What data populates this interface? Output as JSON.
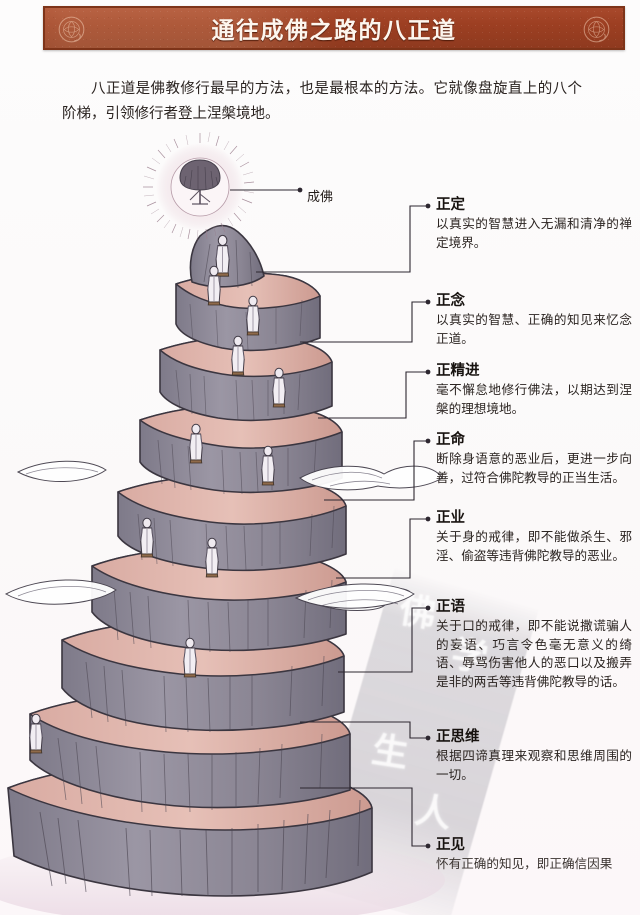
{
  "header": {
    "title": "通往成佛之路的八正道",
    "emblem_left": "lotus-roundel-icon",
    "emblem_right": "lotus-roundel-icon"
  },
  "intro": {
    "text": "八正道是佛教修行最早的方法，也是最根本的方法。它就像盘旋直上的八个阶梯，引领修行者登上涅槃境地。"
  },
  "summit": {
    "icon": "radiant-bodhi-tree-icon",
    "label": "成佛"
  },
  "illustration": {
    "name": "spiral-mountain-staircase",
    "alt": "盘旋而上的八级山岩阶梯，上有修行者沿阶梯攀登",
    "levels": 8,
    "figure_count": 9,
    "clouds": 3,
    "colors": {
      "rock_face": "#8b8694",
      "rock_light": "#a9a4b0",
      "terrace": "#dcb2a9",
      "terrace_shadow": "#c79a91",
      "outline": "#3b3640",
      "cloud": "#ffffff"
    }
  },
  "callouts": [
    {
      "id": "zheng-ding",
      "title": "正定",
      "desc": "以真实的智慧进入无漏和清净的禅定境界。"
    },
    {
      "id": "zheng-nian",
      "title": "正念",
      "desc": "以真实的智慧、正确的知见来忆念正道。"
    },
    {
      "id": "zheng-jing-jin",
      "title": "正精进",
      "desc": "毫不懈怠地修行佛法，以期达到涅槃的理想境地。"
    },
    {
      "id": "zheng-ming",
      "title": "正命",
      "desc": "断除身语意的恶业后，更进一步向善，过符合佛陀教导的正当生活。"
    },
    {
      "id": "zheng-ye",
      "title": "正业",
      "desc": "关于身的戒律，即不能做杀生、邪淫、偷盗等违背佛陀教导的恶业。"
    },
    {
      "id": "zheng-yu",
      "title": "正语",
      "desc": "关于口的戒律，即不能说撒谎骗人的妄语、巧言令色毫无意义的绮语、辱骂伤害他人的恶口以及搬弄是非的两舌等违背佛陀教导的话。"
    },
    {
      "id": "zheng-si-wei",
      "title": "正思维",
      "desc": "根据四谛真理来观察和思维周围的一切。"
    },
    {
      "id": "zheng-jian",
      "title": "正见",
      "desc": "怀有正确的知见，即正确信因果"
    }
  ],
  "watermark": {
    "glyphs": [
      "佛",
      "学",
      "人",
      "生"
    ],
    "color": "#96949e"
  },
  "colors": {
    "banner": "#9d3f22",
    "banner_border": "#7e3419",
    "banner_text": "#fdf6ee",
    "page_bg": "#fbf9f9",
    "body_text": "#2a2320"
  }
}
